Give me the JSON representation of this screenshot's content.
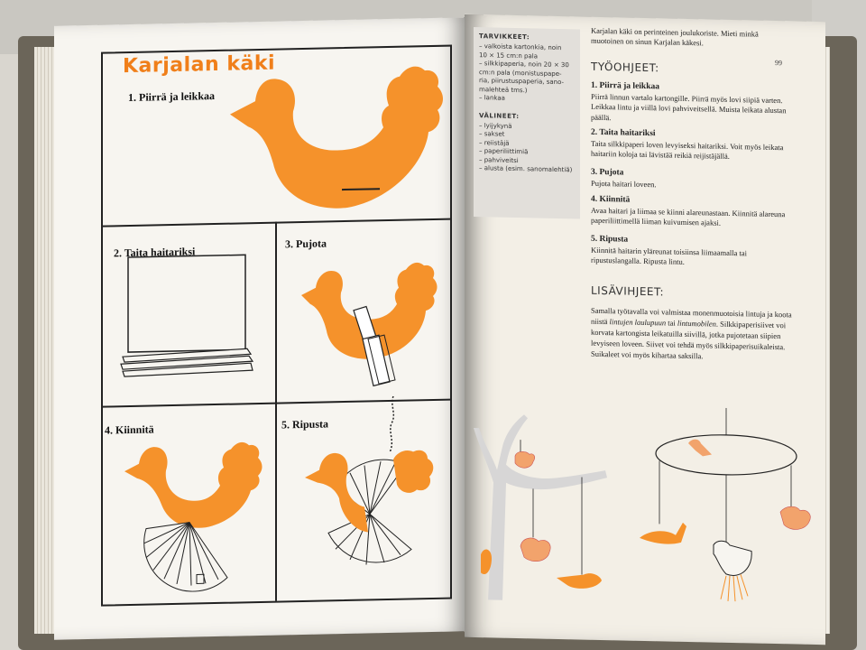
{
  "left_page": {
    "title": "Karjalan käki",
    "steps": [
      {
        "label": "1.  Piirrä ja leikkaa"
      },
      {
        "label": "2.  Taita haitariksi"
      },
      {
        "label": "3.  Pujota"
      },
      {
        "label": "4.  Kiinnitä"
      },
      {
        "label": "5.  Ripusta"
      }
    ]
  },
  "right_page": {
    "page_number": "99",
    "materials": {
      "heading": "TARVIKKEET:",
      "items": [
        "– valkoista kartonkia, noin",
        "  10 × 15 cm:n pala",
        "– silkkipaperia, noin 20 × 30",
        "  cm:n pala (monistuspape-",
        "  ria, piirustuspaperia, sano-",
        "  malehteä tms.)",
        "– lankaa"
      ]
    },
    "tools": {
      "heading": "VÄLINEET:",
      "items": [
        "– lyijykynä",
        "– sakset",
        "– reiistäjä",
        "– paperiliittimiä",
        "– pahviveitsi",
        "– alusta (esim. sanomalehtiä)"
      ]
    },
    "intro": "Karjalan käki on perinteinen joulukoriste. Mieti minkä muotoinen on sinun Karjalan käkesi.",
    "instructions_heading": "TYÖOHJEET:",
    "instructions": [
      {
        "title": "1. Piirrä ja leikkaa",
        "text": "Piirrä linnun vartalo kartongille. Piirrä myös lovi siipiä varten. Leikkaa lintu ja viillä lovi pahviveitsellä. Muista leikata alustan päällä."
      },
      {
        "title": "2. Taita haitariksi",
        "text": "Taita silkkipaperi loven levyiseksi haitariksi. Voit myös leikata haitariin koloja tai lävistää reikiä reijistäjällä."
      },
      {
        "title": "3. Pujota",
        "text": "Pujota haitari loveen."
      },
      {
        "title": "4. Kiinnitä",
        "text": "Avaa haitari ja liimaa se kiinni alareunastaan. Kiinnitä alareuna paperiliittimellä liiman kuivumisen ajaksi."
      },
      {
        "title": "5. Ripusta",
        "text": "Kiinnitä haitarin yläreunat toisiinsa liimaamalla tai ripustuslangalla. Ripusta lintu."
      }
    ],
    "tips_heading": "LISÄVIHJEET:",
    "tips_text_1": "Samalla työtavalla voi valmistaa monenmuotoisia lintuja ja koota niistä ",
    "tips_italic_1": "lintujen laulupuun",
    "tips_text_2": " tai ",
    "tips_italic_2": "lintumobilen",
    "tips_text_3": ". Silkkipaperisiivet voi korvata kartongista leikatuilla siivillä, jotka pujotetaan siipien levyiseen loveen. Siivet voi tehdä myös silkkipaperisuikaleista. Suikaleet voi myös kihartaa saksilla."
  },
  "colors": {
    "accent_orange": "#f07f1a",
    "line_black": "#222222"
  },
  "icons": [
    "bird-cutout",
    "accordion-paper",
    "bird-with-fan",
    "hanging-bird",
    "bird-tree",
    "bird-mobile"
  ]
}
